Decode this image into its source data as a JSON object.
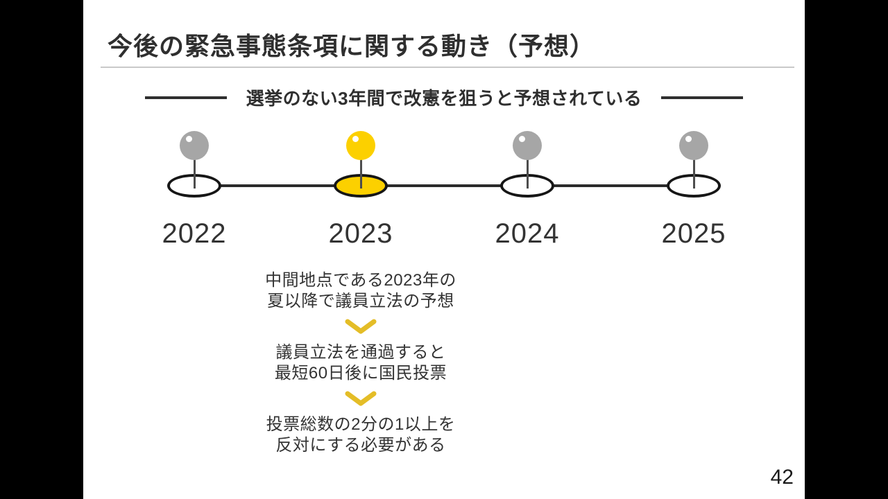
{
  "slide": {
    "title": "今後の緊急事態条項に関する動き（予想）",
    "subtitle": "選挙のない3年間で改憲を狙うと予想されている",
    "page_number": "42"
  },
  "timeline": {
    "items": [
      {
        "year": "2022",
        "active": false
      },
      {
        "year": "2023",
        "active": true
      },
      {
        "year": "2024",
        "active": false
      },
      {
        "year": "2025",
        "active": false
      }
    ]
  },
  "flow": {
    "steps": [
      {
        "line1": "中間地点である2023年の",
        "line2": "夏以降で議員立法の予想"
      },
      {
        "line1": "議員立法を通過すると",
        "line2": "最短60日後に国民投票"
      },
      {
        "line1": "投票総数の2分の1以上を",
        "line2": "反対にする必要がある"
      }
    ]
  },
  "colors": {
    "accent_yellow": "#fcd000",
    "chevron_yellow": "#e4bd27",
    "pin_gray": "#a6a6a6",
    "text": "#333333"
  }
}
